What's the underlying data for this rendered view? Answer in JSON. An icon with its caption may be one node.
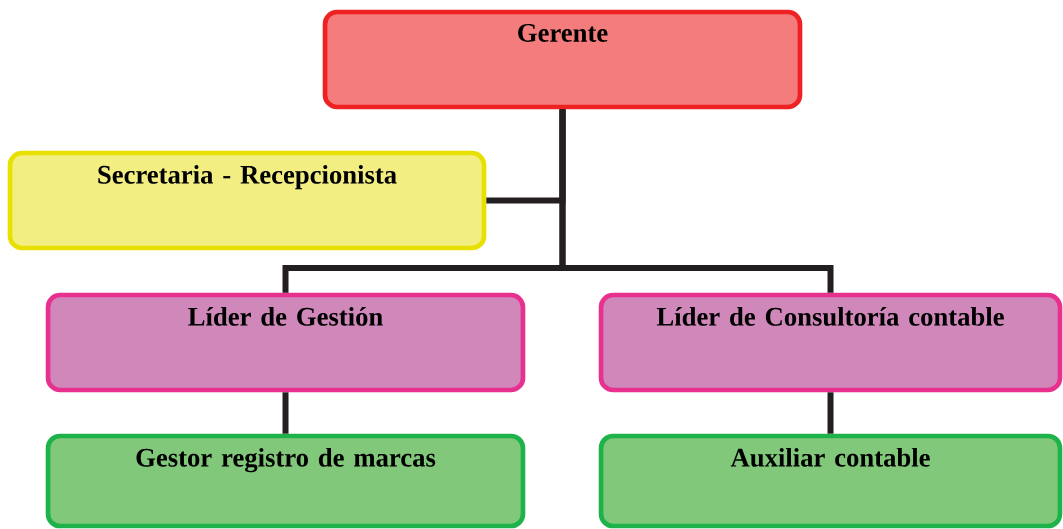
{
  "diagram": {
    "nodes": [
      {
        "text": [
          "Gerente"
        ]
      },
      {
        "text": [
          "Secretaria - Recepcionista"
        ]
      },
      {
        "text": [
          "Líder de Gestión"
        ]
      },
      {
        "text": [
          "Líder de Consultoría contable"
        ]
      },
      {
        "text": [
          "Gestor registro de marcas"
        ]
      },
      {
        "text": [
          "Auxiliar contable"
        ]
      }
    ],
    "edges": [
      {
        "from": 0,
        "to": 1,
        "arrow": "none"
      },
      {
        "from": 0,
        "to": 2,
        "arrow": "none"
      },
      {
        "from": 0,
        "to": 3,
        "arrow": "none"
      },
      {
        "from": 2,
        "to": 4,
        "arrow": "none"
      },
      {
        "from": 3,
        "to": 5,
        "arrow": "none"
      }
    ]
  }
}
